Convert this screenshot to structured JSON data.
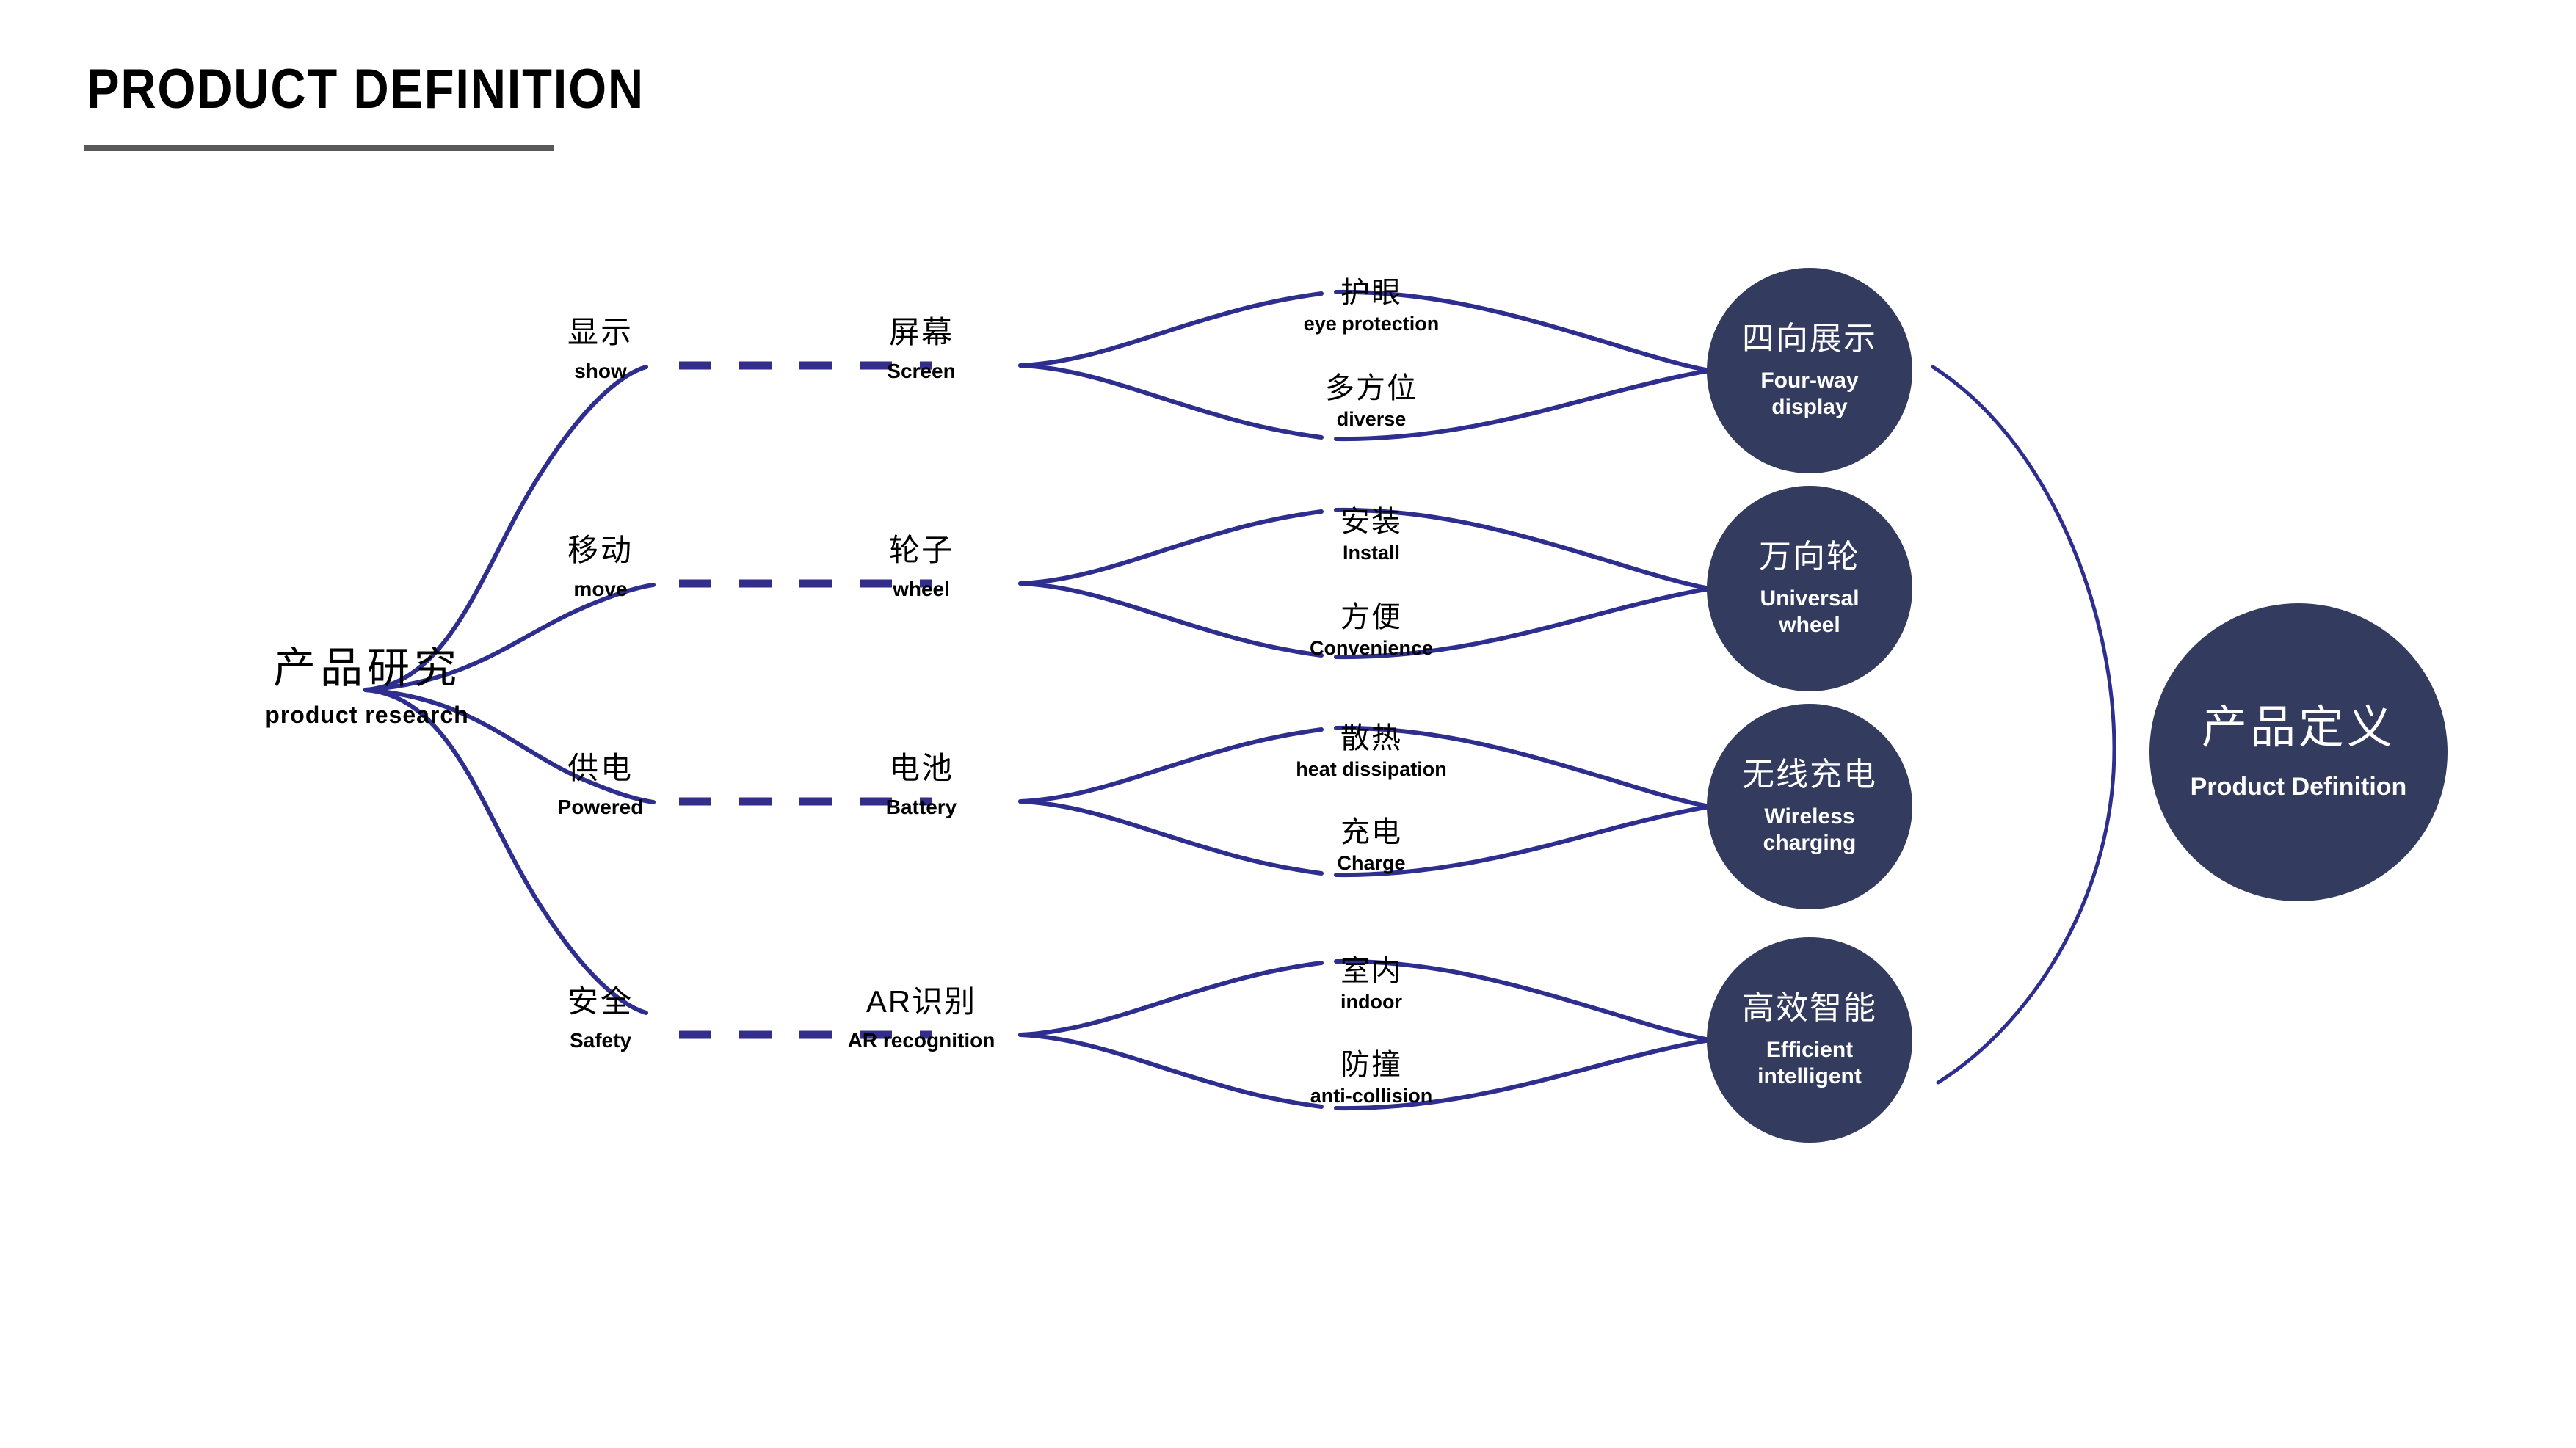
{
  "page": {
    "title": "PRODUCT DEFINITION",
    "background": "#ffffff",
    "accent_navy": "#333B5E",
    "accent_blue_line": "#2E2E8F",
    "rule_color": "#595959"
  },
  "root": {
    "cn": "产品研究",
    "en": "product research"
  },
  "branches": [
    {
      "level1": {
        "cn": "显示",
        "en": "show"
      },
      "level2": {
        "cn": "屏幕",
        "en": "Screen"
      },
      "leaf_top": {
        "cn": "护眼",
        "en": "eye protection"
      },
      "leaf_bottom": {
        "cn": "多方位",
        "en": "diverse"
      },
      "result": {
        "cn": "四向展示",
        "en": "Four-way\ndisplay",
        "en_line1": "Four-way",
        "en_line2": "display"
      }
    },
    {
      "level1": {
        "cn": "移动",
        "en": "move"
      },
      "level2": {
        "cn": "轮子",
        "en": "wheel"
      },
      "leaf_top": {
        "cn": "安装",
        "en": "Install"
      },
      "leaf_bottom": {
        "cn": "方便",
        "en": "Convenience"
      },
      "result": {
        "cn": "万向轮",
        "en_line1": "Universal",
        "en_line2": "wheel"
      }
    },
    {
      "level1": {
        "cn": "供电",
        "en": "Powered"
      },
      "level2": {
        "cn": "电池",
        "en": "Battery"
      },
      "leaf_top": {
        "cn": "散热",
        "en": "heat dissipation"
      },
      "leaf_bottom": {
        "cn": "充电",
        "en": "Charge"
      },
      "result": {
        "cn": "无线充电",
        "en_line1": "Wireless",
        "en_line2": "charging"
      }
    },
    {
      "level1": {
        "cn": "安全",
        "en": "Safety"
      },
      "level2": {
        "cn": "AR识别",
        "en": "AR recognition"
      },
      "leaf_top": {
        "cn": "室内",
        "en": "indoor"
      },
      "leaf_bottom": {
        "cn": "防撞",
        "en": "anti-collision"
      },
      "result": {
        "cn": "高效智能",
        "en_line1": "Efficient",
        "en_line2": "intelligent"
      }
    }
  ],
  "final": {
    "cn": "产品定义",
    "en": "Product Definition"
  }
}
